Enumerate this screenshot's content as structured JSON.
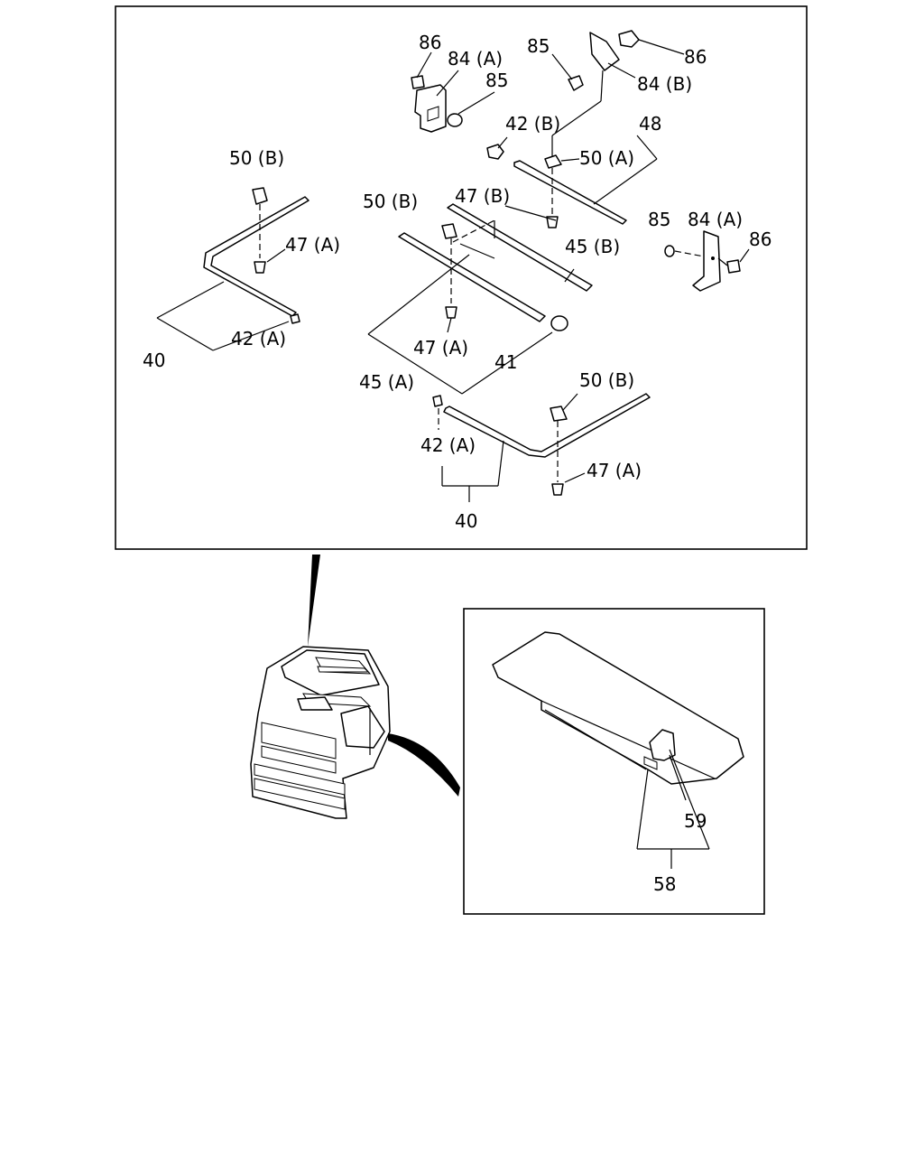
{
  "labels": {
    "l86a": "86",
    "l84a_top": "84 (A)",
    "l85a": "85",
    "l85b": "85",
    "l86b": "86",
    "l84b": "84 (B)",
    "l42b": "42 (B)",
    "l48": "48",
    "l50b_left": "50 (B)",
    "l50a": "50 (A)",
    "l50b_mid": "50 (B)",
    "l47b": "47 (B)",
    "l85c": "85",
    "l84a_right": "84 (A)",
    "l86c": "86",
    "l47a_left": "47 (A)",
    "l45b": "45 (B)",
    "l42a_left": "42 (A)",
    "l40_left": "40",
    "l47a_mid": "47 (A)",
    "l41": "41",
    "l45a": "45 (A)",
    "l50b_bottom": "50 (B)",
    "l42a_bottom": "42 (A)",
    "l47a_bottom": "47 (A)",
    "l40_bottom": "40",
    "l59": "59",
    "l58": "58"
  }
}
